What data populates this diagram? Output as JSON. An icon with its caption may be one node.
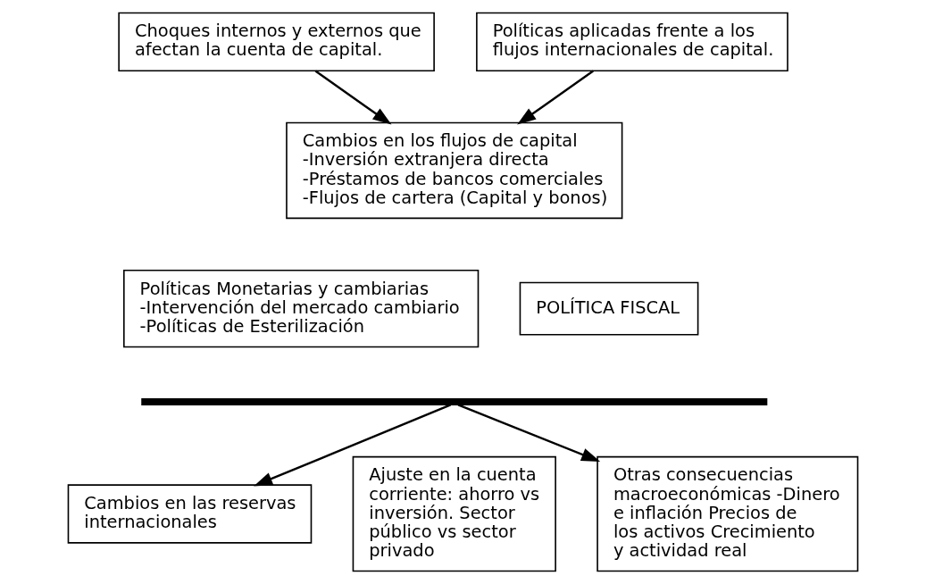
{
  "diagram": {
    "nodes": [
      {
        "text": [
          "Choques internos y externos que afectan la cuenta de capital."
        ]
      },
      {
        "text": [
          "Políticas aplicadas frente a los flujos internacionales de capital."
        ]
      },
      {
        "text": [
          "Cambios en los flujos de capital -Inversión extranjera directa -Préstamos de bancos comerciales -Flujos de cartera (Capital y bonos)"
        ]
      },
      {
        "text": [
          "Políticas Monetarias y cambiarias -Intervención del mercado cambiario -Políticas de Esterilización"
        ]
      },
      {
        "text": [
          "POLÍTICA FISCAL"
        ]
      },
      {
        "text": [],
        "shape": "bar"
      },
      {
        "text": [
          "Ajuste en la cuenta corriente: ahorro vs inversión. Sector público vs sector privado"
        ]
      },
      {
        "text": [
          "Otras consecuencias macroeconómicas -Dinero e inflación Precios de los activos Crecimiento y actividad real"
        ]
      },
      {
        "text": [
          "Cambios en las reservas internacionales"
        ]
      }
    ],
    "edges": [
      {
        "from": 0,
        "to": 2,
        "arrow": "to"
      },
      {
        "from": 1,
        "to": 2,
        "arrow": "to"
      },
      {
        "from": 5,
        "to": 8,
        "arrow": "to"
      },
      {
        "from": 5,
        "to": 7,
        "arrow": "to"
      }
    ]
  }
}
